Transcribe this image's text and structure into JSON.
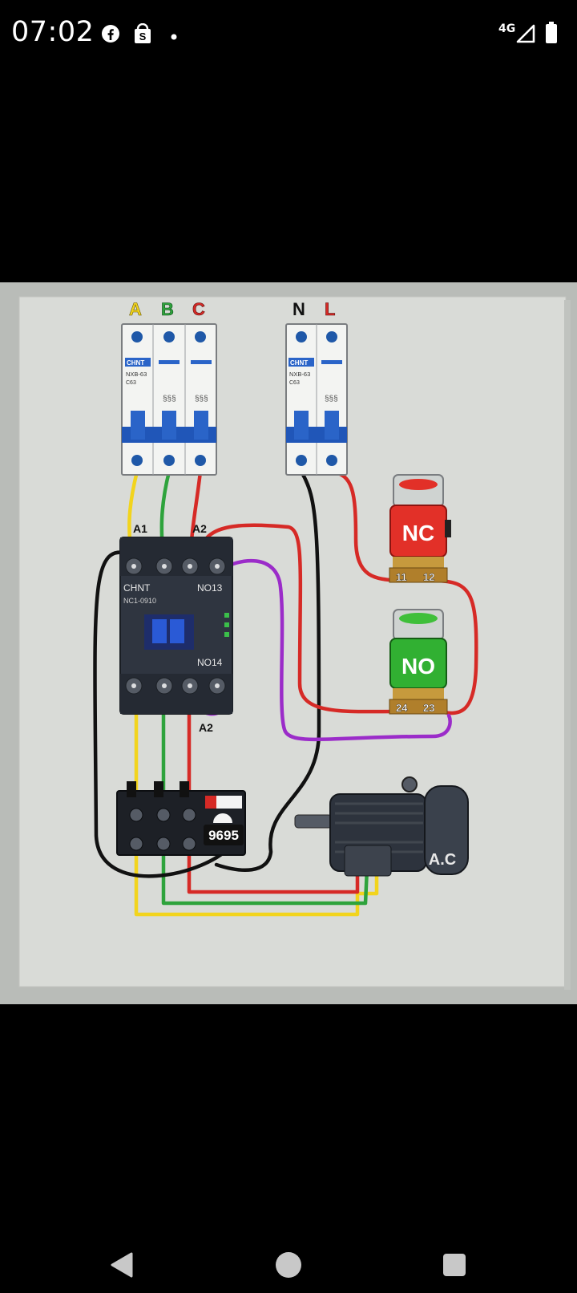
{
  "status_bar": {
    "time": "07:02",
    "network": "4G",
    "icons": [
      "facebook-icon",
      "shop-icon",
      "notification-dot-icon",
      "signal-icon",
      "battery-icon"
    ]
  },
  "diagram": {
    "breaker_3p": {
      "phase_labels": [
        "A",
        "B",
        "C"
      ],
      "brand": "CHNT",
      "model": "NXB-63",
      "rating": "C63"
    },
    "breaker_2p": {
      "labels": [
        "N",
        "L"
      ],
      "brand": "CHNT",
      "model": "NXB-63",
      "rating": "C63"
    },
    "contactor": {
      "brand": "CHNT",
      "model": "NC1-0910",
      "a1": "A1",
      "a2_top": "A2",
      "no13": "NO13",
      "no14": "NO14",
      "a2_bottom": "A2"
    },
    "nc_button": {
      "label": "NC",
      "t1": "11",
      "t2": "12"
    },
    "no_button": {
      "label": "NO",
      "t1": "24",
      "t2": "23"
    },
    "overload_relay": {
      "label": "9695"
    },
    "motor": {
      "label": "A.C"
    },
    "colors": {
      "yellow": "#f2d41d",
      "green": "#2ea33c",
      "red": "#d62a26",
      "black": "#111111",
      "purple": "#9b2cc9",
      "panel": "#d8dad6"
    }
  },
  "nav": {
    "buttons": [
      "back-icon",
      "home-icon",
      "recents-icon"
    ]
  }
}
